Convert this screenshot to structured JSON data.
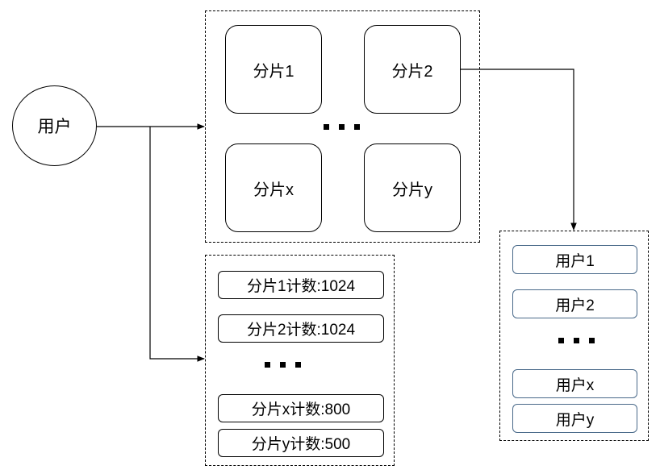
{
  "user": {
    "label": "用户"
  },
  "shards": [
    "分片1",
    "分片2",
    "分片x",
    "分片y"
  ],
  "counters": [
    "分片1计数:1024",
    "分片2计数:1024",
    "分片x计数:800",
    "分片y计数:500"
  ],
  "shard_users": [
    "用户1",
    "用户2",
    "用户x",
    "用户y"
  ],
  "ellipsis": "..."
}
